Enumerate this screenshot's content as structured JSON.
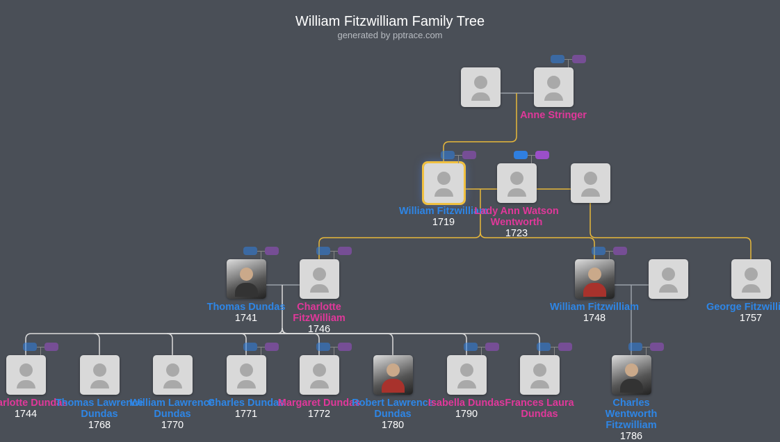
{
  "header": {
    "title": "William Fitzwilliam Family Tree",
    "subtitle": "generated by pptrace.com"
  },
  "watermark": "pptrace.com",
  "colors": {
    "male": "#2e86e6",
    "female": "#e0389a",
    "line_gold": "#e8b83a",
    "background": "#4a4f57"
  },
  "people": [
    {
      "name": "",
      "year": "",
      "gender": "m",
      "photo": false
    },
    {
      "name": "Anne Stringer",
      "year": "",
      "gender": "f",
      "photo": false
    },
    {
      "name": "William Fitzwilliam",
      "year": "1719",
      "gender": "m",
      "photo": false,
      "selected": true
    },
    {
      "name": "Lady Ann Watson Wentworth",
      "year": "1723",
      "gender": "f",
      "photo": false
    },
    {
      "name": "",
      "year": "",
      "gender": "m",
      "photo": false
    },
    {
      "name": "Thomas Dundas",
      "year": "1741",
      "gender": "m",
      "photo": true
    },
    {
      "name": "Charlotte FitzWilliam",
      "year": "1746",
      "gender": "f",
      "photo": false
    },
    {
      "name": "William Fitzwilliam",
      "year": "1748",
      "gender": "m",
      "photo": true
    },
    {
      "name": "",
      "year": "",
      "gender": "f",
      "photo": false
    },
    {
      "name": "George Fitzwilliam",
      "year": "1757",
      "gender": "m",
      "photo": false
    },
    {
      "name": "Charlotte Dundas",
      "year": "1744",
      "gender": "f",
      "photo": false
    },
    {
      "name": "Thomas Lawrence Dundas",
      "year": "1768",
      "gender": "m",
      "photo": false
    },
    {
      "name": "William Lawrence Dundas",
      "year": "1770",
      "gender": "m",
      "photo": false
    },
    {
      "name": "Charles Dundas",
      "year": "1771",
      "gender": "m",
      "photo": false
    },
    {
      "name": "Margaret Dundas",
      "year": "1772",
      "gender": "f",
      "photo": false
    },
    {
      "name": "Robert Lawrence Dundas",
      "year": "1780",
      "gender": "m",
      "photo": true
    },
    {
      "name": "Isabella Dundas",
      "year": "1790",
      "gender": "f",
      "photo": false
    },
    {
      "name": "Frances Laura Dundas",
      "year": "",
      "gender": "f",
      "photo": false
    },
    {
      "name": "Charles Wentworth Fitzwilliam",
      "year": "1786",
      "gender": "m",
      "photo": true
    }
  ]
}
